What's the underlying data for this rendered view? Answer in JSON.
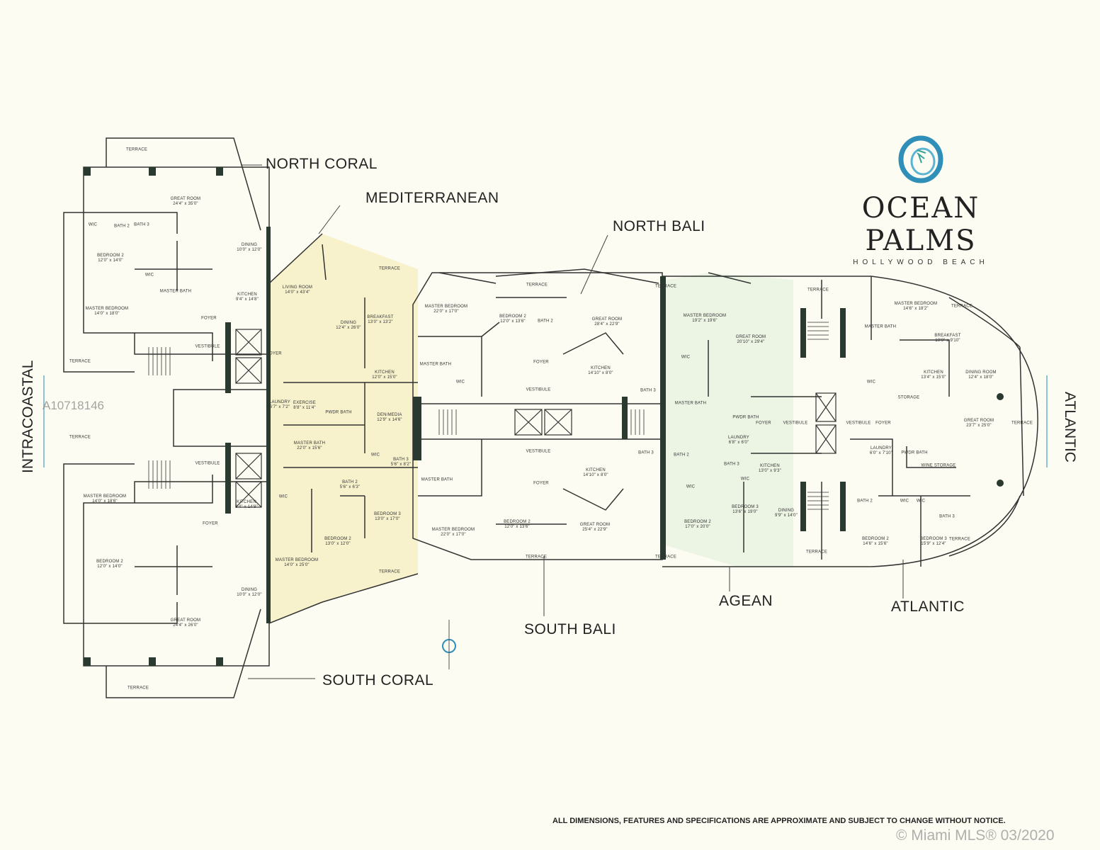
{
  "logo": {
    "name": "OCEAN PALMS",
    "subtitle": "HOLLYWOOD BEACH"
  },
  "units": {
    "north_coral": "NORTH CORAL",
    "mediterranean": "MEDITERRANEAN",
    "north_bali": "NORTH BALI",
    "south_bali": "SOUTH BALI",
    "agean": "AGEAN",
    "atlantic": "ATLANTIC",
    "south_coral": "SOUTH CORAL"
  },
  "orientation": {
    "west": "INTRACOASTAL",
    "east": "ATLANTIC"
  },
  "disclaimer": "ALL DIMENSIONS, FEATURES AND SPECIFICATIONS ARE APPROXIMATE AND SUBJECT TO CHANGE WITHOUT NOTICE.",
  "watermark": {
    "listing_id": "A10718146",
    "copyright": "© Miami MLS® 03/2020"
  },
  "colors": {
    "mediterranean_tint": "#f8f2cc",
    "agean_tint": "#ecf4e4",
    "wall": "#2b3a30",
    "logo_blue": "#2f8fb8"
  },
  "rooms": [
    {
      "label": "TERRACE",
      "dims": ""
    },
    {
      "label": "GREAT ROOM",
      "dims": "24'4\" x 35'0\""
    },
    {
      "label": "WIC",
      "dims": ""
    },
    {
      "label": "BATH 2",
      "dims": ""
    },
    {
      "label": "BATH 3",
      "dims": ""
    },
    {
      "label": "BEDROOM 2",
      "dims": "12'0\" x 14'0\""
    },
    {
      "label": "DINING",
      "dims": "10'0\" x 12'0\""
    },
    {
      "label": "WIC",
      "dims": ""
    },
    {
      "label": "MASTER BATH",
      "dims": ""
    },
    {
      "label": "MASTER BEDROOM",
      "dims": "14'0\" x 18'0\""
    },
    {
      "label": "KITCHEN",
      "dims": "9'4\" x 14'8\""
    },
    {
      "label": "FOYER",
      "dims": ""
    },
    {
      "label": "VESTIBULE",
      "dims": ""
    },
    {
      "label": "TERRACE",
      "dims": ""
    },
    {
      "label": "TERRACE",
      "dims": ""
    },
    {
      "label": "MASTER BEDROOM",
      "dims": "14'0\" x 18'6\""
    },
    {
      "label": "KITCHEN",
      "dims": "9'4\" x 14'8\""
    },
    {
      "label": "BEDROOM 2",
      "dims": "12'0\" x 14'0\""
    },
    {
      "label": "DINING",
      "dims": "10'0\" x 12'0\""
    },
    {
      "label": "GREAT ROOM",
      "dims": "24'4\" x 26'0\""
    },
    {
      "label": "TERRACE",
      "dims": ""
    },
    {
      "label": "VESTIBULE",
      "dims": ""
    },
    {
      "label": "FOYER",
      "dims": ""
    },
    {
      "label": "TERRACE",
      "dims": ""
    },
    {
      "label": "LIVING ROOM",
      "dims": "14'0\" x 43'4\""
    },
    {
      "label": "DINING",
      "dims": "12'4\" x 26'0\""
    },
    {
      "label": "BREAKFAST",
      "dims": "13'0\" x 13'2\""
    },
    {
      "label": "FOYER",
      "dims": ""
    },
    {
      "label": "KITCHEN",
      "dims": "12'0\" x 15'0\""
    },
    {
      "label": "LAUNDRY",
      "dims": "6'7\" x 7'2\""
    },
    {
      "label": "EXERCISE",
      "dims": "8'8\" x 11'4\""
    },
    {
      "label": "PWDR BATH",
      "dims": ""
    },
    {
      "label": "DEN/MEDIA",
      "dims": "12'9\" x 14'6\""
    },
    {
      "label": "MASTER BATH",
      "dims": "22'0\" x 15'6\""
    },
    {
      "label": "WIC",
      "dims": ""
    },
    {
      "label": "BATH 3",
      "dims": "5'6\" x 8'2\""
    },
    {
      "label": "WIC",
      "dims": ""
    },
    {
      "label": "BATH 2",
      "dims": "5'6\" x 6'3\""
    },
    {
      "label": "BEDROOM 3",
      "dims": "13'0\" x 17'0\""
    },
    {
      "label": "BEDROOM 2",
      "dims": "13'0\" x 12'0\""
    },
    {
      "label": "MASTER BEDROOM",
      "dims": "14'0\" x 25'0\""
    },
    {
      "label": "TERRACE",
      "dims": ""
    },
    {
      "label": "TERRACE",
      "dims": ""
    },
    {
      "label": "MASTER BEDROOM",
      "dims": "22'0\" x 17'0\""
    },
    {
      "label": "BEDROOM 2",
      "dims": "12'0\" x 13'6\""
    },
    {
      "label": "BATH 2",
      "dims": ""
    },
    {
      "label": "GREAT ROOM",
      "dims": "28'4\" x 22'9\""
    },
    {
      "label": "MASTER BATH",
      "dims": ""
    },
    {
      "label": "WIC",
      "dims": ""
    },
    {
      "label": "FOYER",
      "dims": ""
    },
    {
      "label": "KITCHEN",
      "dims": "14'10\" x 8'0\""
    },
    {
      "label": "VESTIBULE",
      "dims": ""
    },
    {
      "label": "BATH 3",
      "dims": ""
    },
    {
      "label": "VESTIBULE",
      "dims": ""
    },
    {
      "label": "MASTER BATH",
      "dims": ""
    },
    {
      "label": "KITCHEN",
      "dims": "14'10\" x 8'0\""
    },
    {
      "label": "FOYER",
      "dims": ""
    },
    {
      "label": "BATH 3",
      "dims": ""
    },
    {
      "label": "BEDROOM 2",
      "dims": "12'0\" x 13'6\""
    },
    {
      "label": "MASTER BEDROOM",
      "dims": "22'0\" x 17'0\""
    },
    {
      "label": "GREAT ROOM",
      "dims": "25'4\" x 22'9\""
    },
    {
      "label": "TERRACE",
      "dims": ""
    },
    {
      "label": "TERRACE",
      "dims": ""
    },
    {
      "label": "TERRACE",
      "dims": ""
    },
    {
      "label": "MASTER BEDROOM",
      "dims": "19'2\" x 19'6\""
    },
    {
      "label": "GREAT ROOM",
      "dims": "20'10\" x 29'4\""
    },
    {
      "label": "WIC",
      "dims": ""
    },
    {
      "label": "MASTER BATH",
      "dims": ""
    },
    {
      "label": "PWDR BATH",
      "dims": ""
    },
    {
      "label": "FOYER",
      "dims": ""
    },
    {
      "label": "VESTIBULE",
      "dims": ""
    },
    {
      "label": "LAUNDRY",
      "dims": "6'8\" x 6'0\""
    },
    {
      "label": "BATH 2",
      "dims": ""
    },
    {
      "label": "BATH 3",
      "dims": ""
    },
    {
      "label": "KITCHEN",
      "dims": "13'0\" x 9'3\""
    },
    {
      "label": "WIC",
      "dims": ""
    },
    {
      "label": "WIC",
      "dims": ""
    },
    {
      "label": "BEDROOM 3",
      "dims": "13'6\" x 19'0\""
    },
    {
      "label": "DINING",
      "dims": "9'9\" x 14'0\""
    },
    {
      "label": "BEDROOM 2",
      "dims": "17'0\" x 20'0\""
    },
    {
      "label": "TERRACE",
      "dims": ""
    },
    {
      "label": "TERRACE",
      "dims": ""
    },
    {
      "label": "MASTER BEDROOM",
      "dims": "14'6\" x 18'2\""
    },
    {
      "label": "MASTER BATH",
      "dims": ""
    },
    {
      "label": "TERRACE",
      "dims": ""
    },
    {
      "label": "BREAKFAST",
      "dims": "10'0\" x 9'10\""
    },
    {
      "label": "KITCHEN",
      "dims": "13'4\" x 15'0\""
    },
    {
      "label": "DINING ROOM",
      "dims": "12'4\" x 18'0\""
    },
    {
      "label": "WIC",
      "dims": ""
    },
    {
      "label": "STORAGE",
      "dims": ""
    },
    {
      "label": "VESTIBULE",
      "dims": ""
    },
    {
      "label": "FOYER",
      "dims": ""
    },
    {
      "label": "GREAT ROOM",
      "dims": "23'7\" x 25'0\""
    },
    {
      "label": "LAUNDRY",
      "dims": "6'0\" x 7'10\""
    },
    {
      "label": "PWDR BATH",
      "dims": ""
    },
    {
      "label": "WINE STORAGE",
      "dims": ""
    },
    {
      "label": "BATH 2",
      "dims": ""
    },
    {
      "label": "WIC",
      "dims": ""
    },
    {
      "label": "WIC",
      "dims": ""
    },
    {
      "label": "BATH 3",
      "dims": ""
    },
    {
      "label": "BEDROOM 2",
      "dims": "14'6\" x 15'6\""
    },
    {
      "label": "BEDROOM 3",
      "dims": "15'9\" x 12'4\""
    },
    {
      "label": "TERRACE",
      "dims": ""
    },
    {
      "label": "TERRACE",
      "dims": ""
    }
  ]
}
